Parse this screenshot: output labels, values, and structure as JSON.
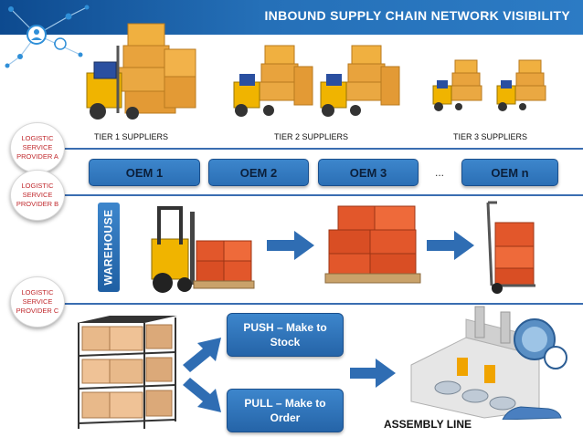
{
  "header": {
    "title": "INBOUND SUPPLY CHAIN NETWORK VISIBILITY"
  },
  "providers": [
    {
      "label": "LOGISTIC SERVICE PROVIDER A"
    },
    {
      "label": "LOGISTIC SERVICE PROVIDER B"
    },
    {
      "label": "LOGISTIC SERVICE PROVIDER C"
    }
  ],
  "tiers": [
    {
      "label": "TIER 1 SUPPLIERS"
    },
    {
      "label": "TIER 2 SUPPLIERS"
    },
    {
      "label": "TIER 3 SUPPLIERS"
    }
  ],
  "oems": [
    {
      "label": "OEM 1"
    },
    {
      "label": "OEM 2"
    },
    {
      "label": "OEM 3"
    },
    {
      "label": "OEM n"
    }
  ],
  "oem_ellipsis": "...",
  "warehouse": {
    "label": "WAREHOUSE"
  },
  "strategies": {
    "push": {
      "line1": "PUSH – Make to",
      "line2": "Stock"
    },
    "pull": {
      "line1": "PULL – Make to",
      "line2": "Order"
    }
  },
  "assembly": {
    "label": "ASSEMBLY LINE"
  },
  "colors": {
    "banner": "#2570b8",
    "accent_blue": "#3d86cc",
    "provider_text": "#c0282c",
    "box": "#e8a33d",
    "crate": "#e2572b",
    "forklift": "#f0b400"
  }
}
